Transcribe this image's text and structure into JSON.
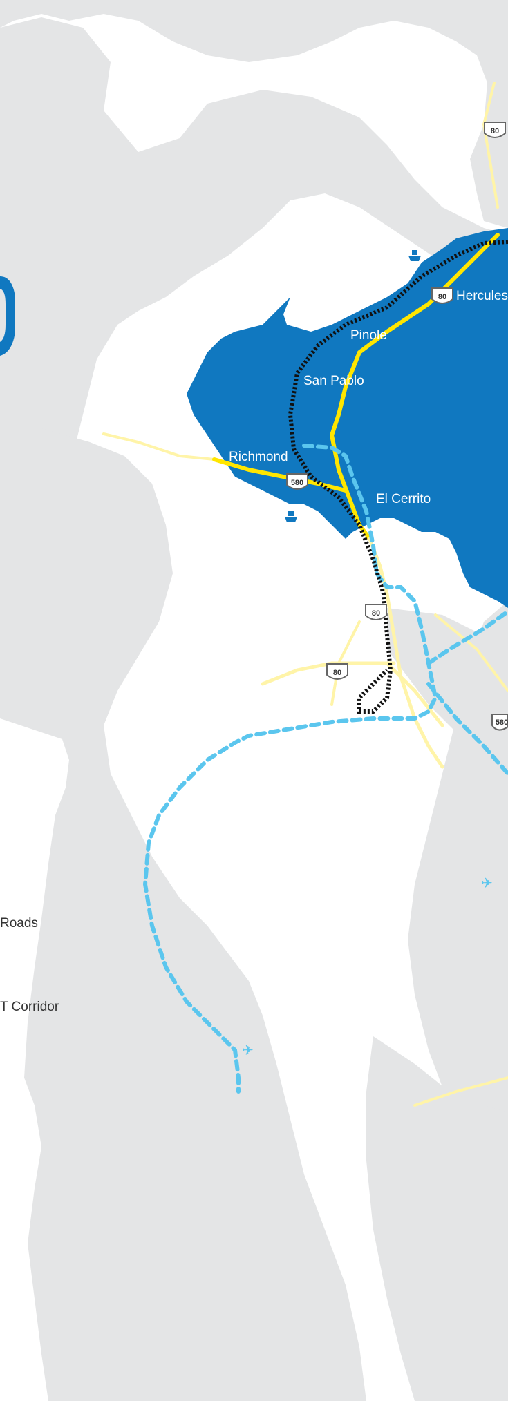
{
  "map": {
    "colors": {
      "water": "#ffffff",
      "land": "#e4e5e6",
      "service_area": "#1078c0",
      "road_major": "#ffe600",
      "road_minor": "#fff4a8",
      "bart": "#5bc6ee",
      "corridor": "#111111"
    },
    "places": [
      {
        "name": "Pinole"
      },
      {
        "name": "San Pablo"
      },
      {
        "name": "Richmond"
      },
      {
        "name": "El Cerrito"
      },
      {
        "name": "Hercules"
      }
    ],
    "highway_shields": [
      {
        "label": "80"
      },
      {
        "label": "80"
      },
      {
        "label": "580"
      },
      {
        "label": "80"
      },
      {
        "label": "80"
      },
      {
        "label": "580"
      }
    ],
    "icons": [
      "ferry-icon",
      "ferry-icon",
      "airport-icon",
      "airport-icon"
    ],
    "legend": {
      "roads_label": "Roads",
      "corridor_label": "T Corridor"
    }
  }
}
